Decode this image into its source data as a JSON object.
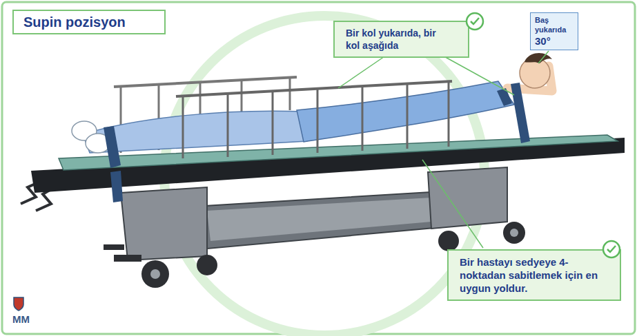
{
  "diagram": {
    "title": "Supin pozisyon",
    "nodes": [
      {
        "text": [
          "Bir kol yukarıda, bir kol aşağıda"
        ]
      },
      {
        "text": [
          "Baş yukarıda",
          "30°"
        ]
      },
      {
        "text": [
          "Bir hastayı sedyeye 4-noktadan sabitlemek için en uygun yoldur."
        ]
      }
    ],
    "labels": [
      "MM"
    ]
  }
}
